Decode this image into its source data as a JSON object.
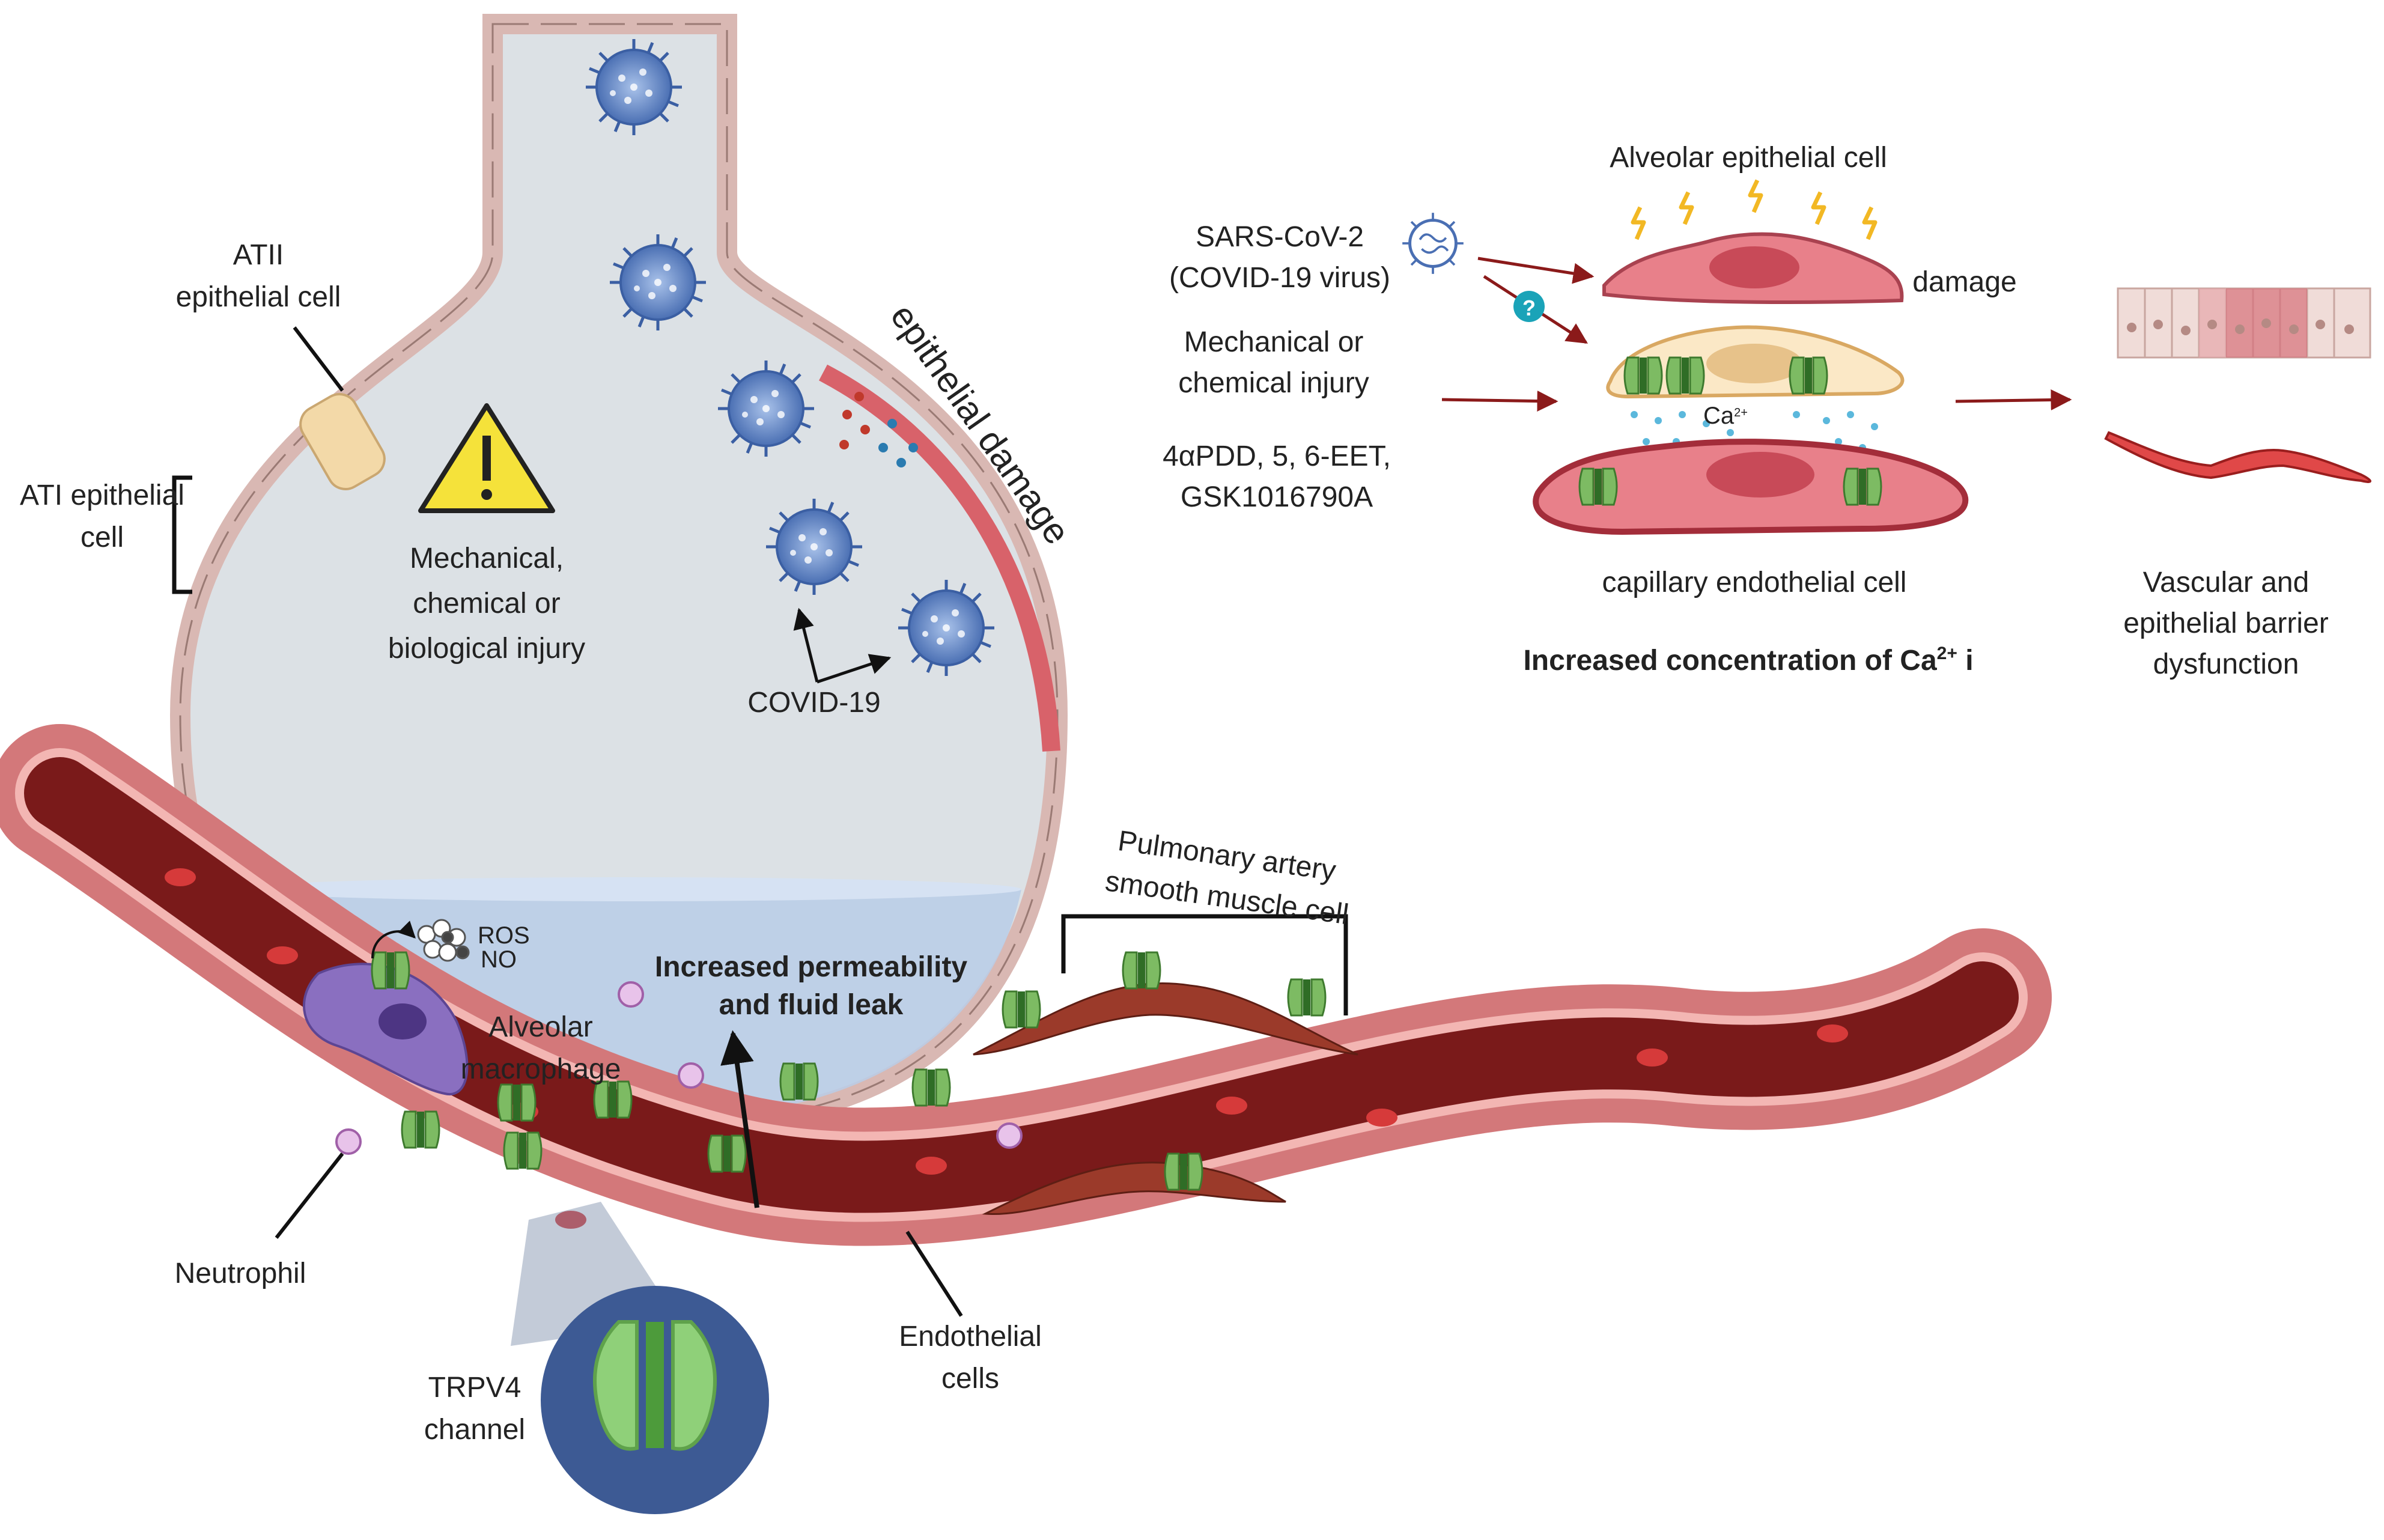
{
  "labels": {
    "atii_line1": "ATII",
    "atii_line2": "epithelial cell",
    "ati_line1": "ATI epithelial",
    "ati_line2": "cell",
    "injury_line1": "Mechanical,",
    "injury_line2": "chemical or",
    "injury_line3": "biological injury",
    "epithelial_damage": "epithelial damage",
    "covid": "COVID-19",
    "ros": "ROS",
    "no": "NO",
    "permeability_line1": "Increased permeability",
    "permeability_line2": "and fluid leak",
    "macrophage_line1": "Alveolar",
    "macrophage_line2": "macrophage",
    "pasmc_line1": "Pulmonary artery",
    "pasmc_line2": "smooth muscle cell",
    "neutrophil": "Neutrophil",
    "trpv4_line1": "TRPV4",
    "trpv4_line2": "channel",
    "endothelial_line1": "Endothelial",
    "endothelial_line2": "cells"
  },
  "panel": {
    "alveolar_epithelial": "Alveolar epithelial cell",
    "sars_line1": "SARS-CoV-2",
    "sars_line2": "(COVID-19 virus)",
    "damage": "damage",
    "mech_line1": "Mechanical or",
    "mech_line2": "chemical injury",
    "agonists_line1": "4αPDD, 5, 6-EET,",
    "agonists_line2": "GSK1016790A",
    "question": "?",
    "ca_label": "Ca",
    "ca_sup": "2+",
    "capillary": "capillary endothelial cell",
    "increased_ca": "Increased concentration of Ca",
    "increased_ca_sup": "2+",
    "increased_ca_tail": " i",
    "outcome_line1": "Vascular and",
    "outcome_line2": "epithelial barrier",
    "outcome_line3": "dysfunction"
  },
  "colors": {
    "alveolus_fill": "#dce1e5",
    "epithelium": "#e6cbc8",
    "vessel_wall": "#e88d8d",
    "vessel_lumen": "#7a1a1a",
    "channel": "#7dbb63",
    "virus": "#4a6fb3",
    "macrophage": "#8a6fc0",
    "smooth_muscle": "#9b3a2a",
    "trpv4_circle": "#3d5a94",
    "arrow": "#8b1a1a"
  }
}
